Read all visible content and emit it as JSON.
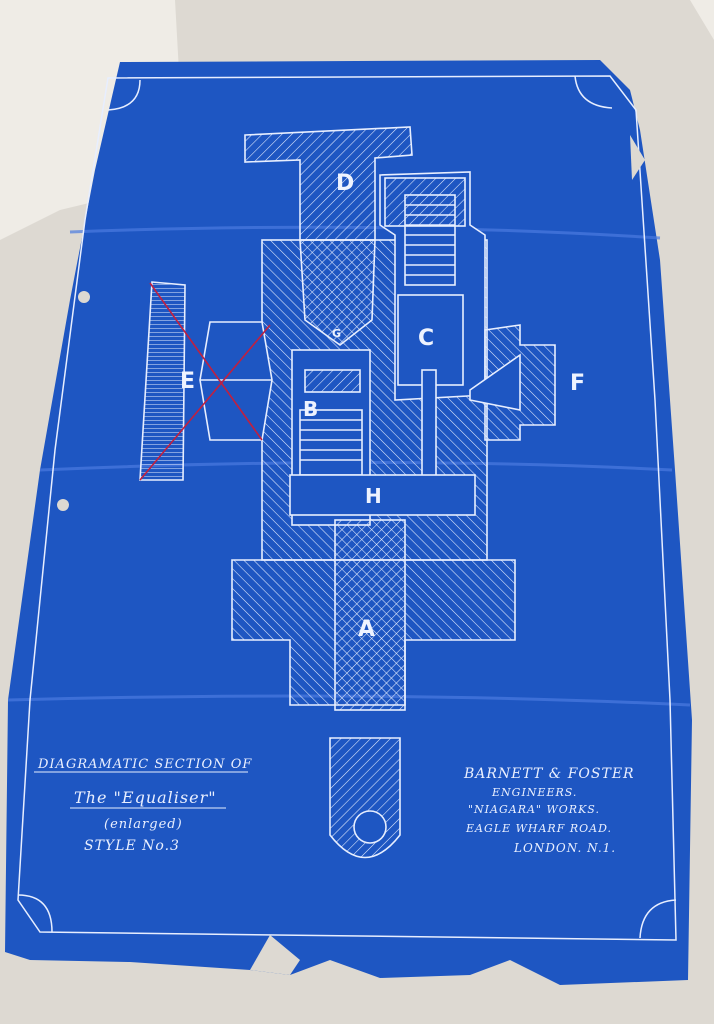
{
  "colors": {
    "blueprint": "#1e56c2",
    "line": "#e7eeff",
    "paper_background": "#ddd9d2",
    "red_mark": "#c02040"
  },
  "part_labels": {
    "a": "A",
    "b": "B",
    "c": "C",
    "d": "D",
    "e": "E",
    "f": "F",
    "g": "G",
    "h": "H"
  },
  "title_block": {
    "line1": "DIAGRAMATIC SECTION OF",
    "line2": "The \"Equaliser\"",
    "line3": "(enlarged)",
    "line4": "STYLE No.3"
  },
  "maker_block": {
    "name": "BARNETT & FOSTER",
    "role": "ENGINEERS.",
    "works": "\"NIAGARA\" WORKS.",
    "address": "EAGLE WHARF ROAD.",
    "city": "LONDON. N.1."
  }
}
